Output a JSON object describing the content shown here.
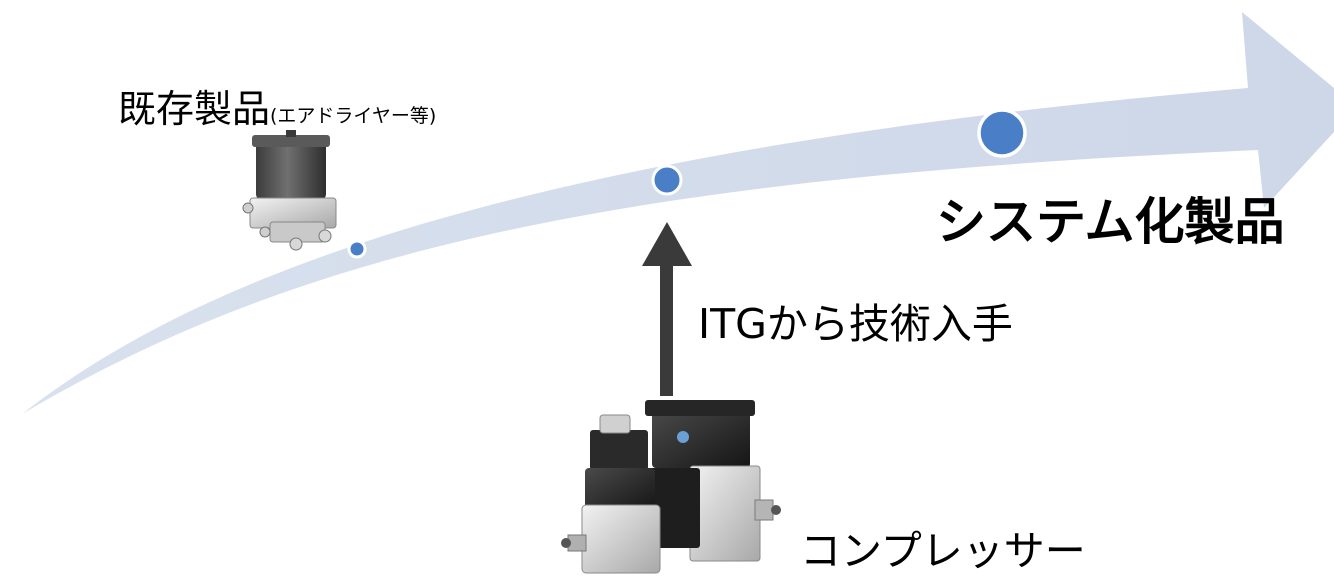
{
  "diagram": {
    "existing_products": {
      "main": "既存製品",
      "sub": "(エアドライヤー等)"
    },
    "system_products": "システム化製品",
    "technology_transfer": "ITGから技術入手",
    "compressor": "コンプレッサー"
  },
  "colors": {
    "arrow_fill": "#d3dcea",
    "milestone_fill": "#4a7ec7",
    "milestone_border": "#ffffff",
    "up_arrow": "#3a3a3a",
    "text": "#000000"
  },
  "icons": {
    "air_dryer": "air-dryer-product-icon",
    "compressor": "compressor-product-icon"
  }
}
